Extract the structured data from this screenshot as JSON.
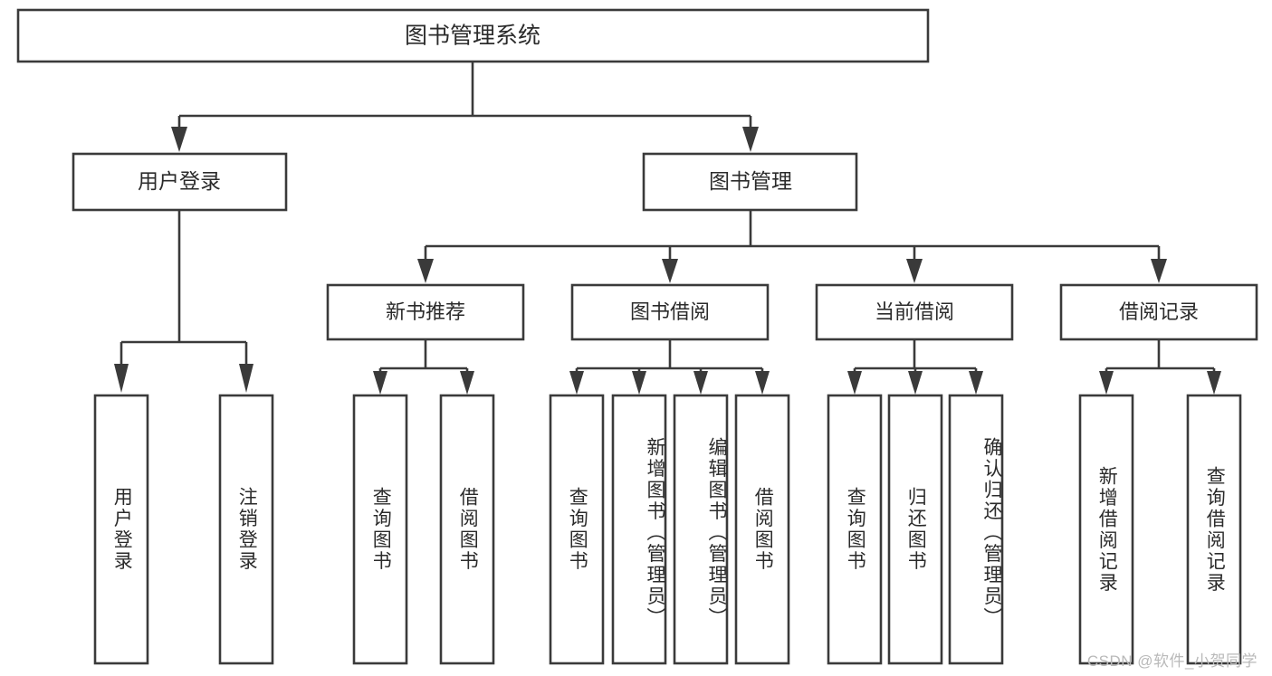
{
  "diagram": {
    "kind": "tree-hierarchy-chart",
    "root": {
      "label": "图书管理系统"
    },
    "level2": [
      {
        "label": "用户登录"
      },
      {
        "label": "图书管理"
      }
    ],
    "level3": [
      {
        "label": "新书推荐"
      },
      {
        "label": "图书借阅"
      },
      {
        "label": "当前借阅"
      },
      {
        "label": "借阅记录"
      }
    ],
    "leaves": {
      "user_login": [
        {
          "label": "用户登录"
        },
        {
          "label": "注销登录"
        }
      ],
      "new_book_recommend": [
        {
          "label": "查询图书"
        },
        {
          "label": "借阅图书"
        }
      ],
      "book_borrow": [
        {
          "label": "查询图书"
        },
        {
          "label": "新增图书（管理员）"
        },
        {
          "label": "编辑图书（管理员）"
        },
        {
          "label": "借阅图书"
        }
      ],
      "current_borrow": [
        {
          "label": "查询图书"
        },
        {
          "label": "归还图书"
        },
        {
          "label": "确认归还（管理员）"
        }
      ],
      "borrow_record": [
        {
          "label": "新增借阅记录"
        },
        {
          "label": "查询借阅记录"
        }
      ]
    }
  },
  "watermark": {
    "text": "CSDN @软件_小贺同学"
  },
  "colors": {
    "stroke": "#3a3a3a",
    "box_fill": "#ffffff",
    "text": "#2b2b2b",
    "watermark": "#b9b9b9",
    "background": "#ffffff"
  }
}
